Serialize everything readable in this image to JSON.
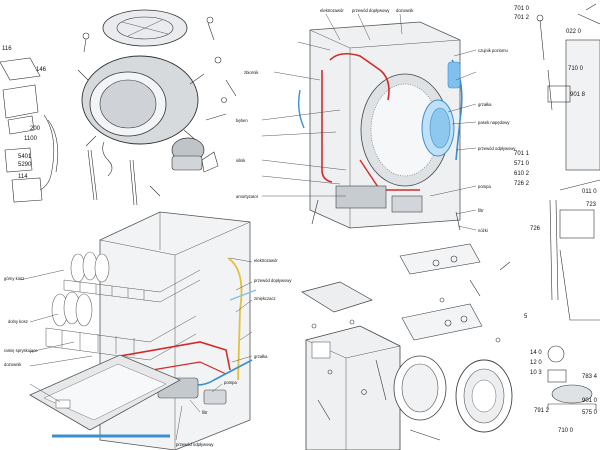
{
  "colors": {
    "line": "#333333",
    "pipe_red": "#d42a2a",
    "pipe_blue": "#3a8fd0",
    "pipe_yellow": "#e2c23a",
    "water_blue": "#7fc0ef",
    "metal": "#b9bec4",
    "background": "#ffffff"
  },
  "washer_diagram": {
    "labels": [
      "elektrozawór",
      "przewód dopływowy",
      "dozownik",
      "czujnik poziomu",
      "grzałka",
      "pompa",
      "filtr",
      "silnik",
      "bęben",
      "zbiornik",
      "amortyzator",
      "pasek napędowy",
      "przewód odpływowy",
      "nóżki"
    ]
  },
  "dishwasher_diagram": {
    "labels": [
      "górny kosz",
      "dolny kosz",
      "ramię spryskujące",
      "dozownik",
      "elektrozawór",
      "pompa",
      "grzałka",
      "filtr",
      "zmiękczacz",
      "przewód dopływowy",
      "przewód odpływowy"
    ]
  },
  "parts_list_numbers": [
    "701 0",
    "701 2",
    "022 0",
    "710 0",
    "901 8",
    "701 1",
    "571 0",
    "610 2",
    "726 2",
    "011 0",
    "723",
    "726",
    "14 0",
    "12 0",
    "10 3",
    "783 4",
    "901 0",
    "791 2",
    "575 0",
    "710 0",
    "5"
  ],
  "left_parts_numbers": [
    "146",
    "1100",
    "200",
    "114",
    "5401",
    "5290",
    "116"
  ]
}
